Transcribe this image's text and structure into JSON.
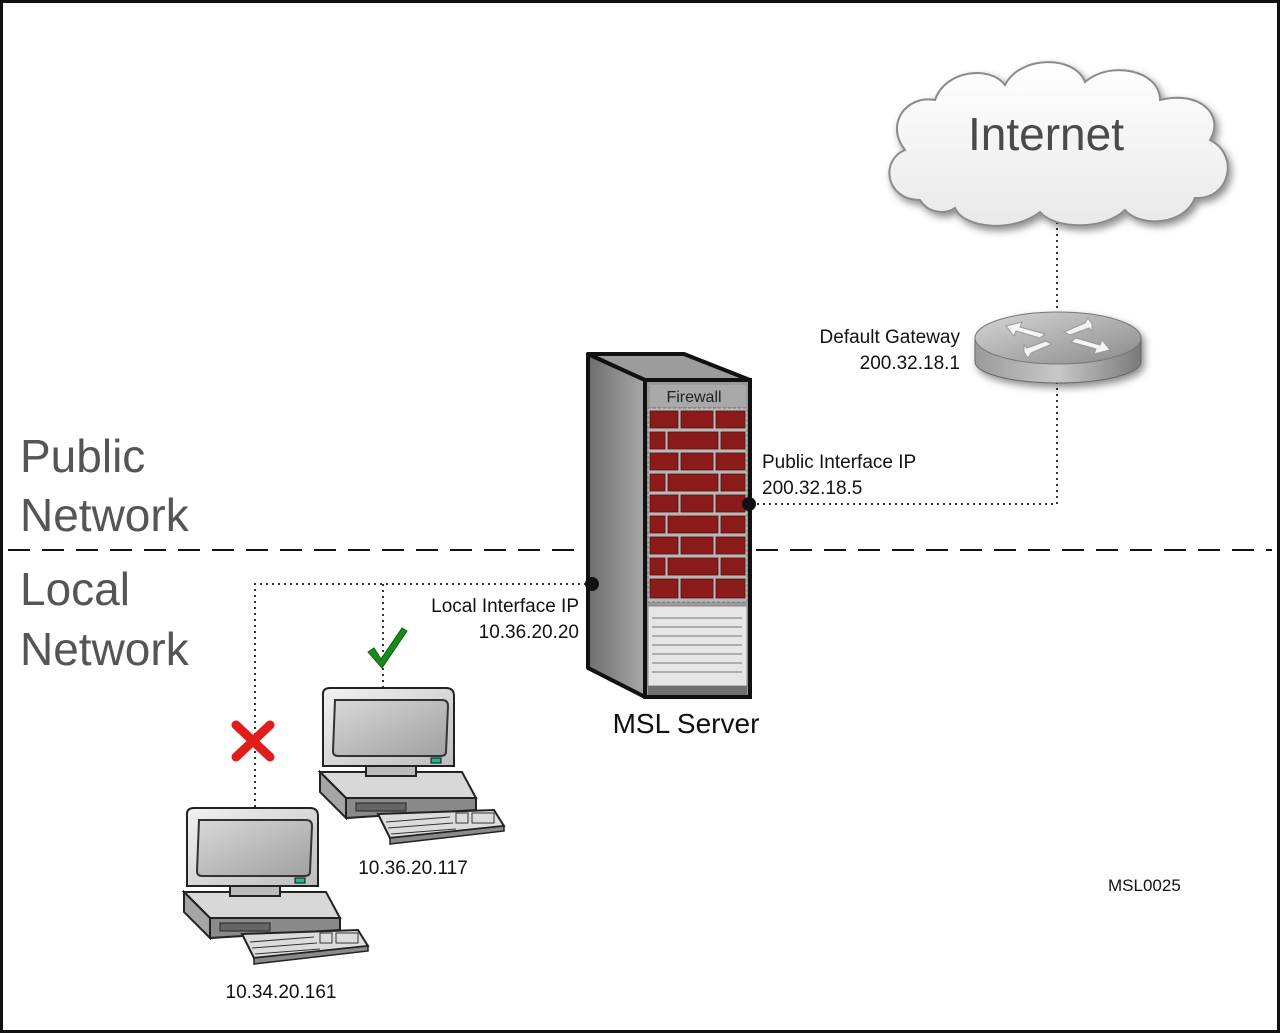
{
  "zones": {
    "public": [
      "Public",
      "Network"
    ],
    "local": [
      "Local",
      "Network"
    ]
  },
  "internet": {
    "label": "Internet"
  },
  "gateway": {
    "label": "Default Gateway",
    "ip": "200.32.18.1"
  },
  "server": {
    "name": "MSL Server",
    "firewall_label": "Firewall",
    "public_interface": {
      "label": "Public Interface IP",
      "ip": "200.32.18.5"
    },
    "local_interface": {
      "label": "Local Interface IP",
      "ip": "10.36.20.20"
    }
  },
  "workstations": [
    {
      "ip": "10.36.20.117",
      "status": "allowed",
      "status_icon": "check-icon",
      "status_color": "#1a8a1a"
    },
    {
      "ip": "10.34.20.161",
      "status": "blocked",
      "status_icon": "cross-icon",
      "status_color": "#e21b1b"
    }
  ],
  "figure_code": "MSL0025",
  "colors": {
    "brick": "#8b1a1a",
    "mortar": "#b8b8b8",
    "frame": "#111111"
  }
}
